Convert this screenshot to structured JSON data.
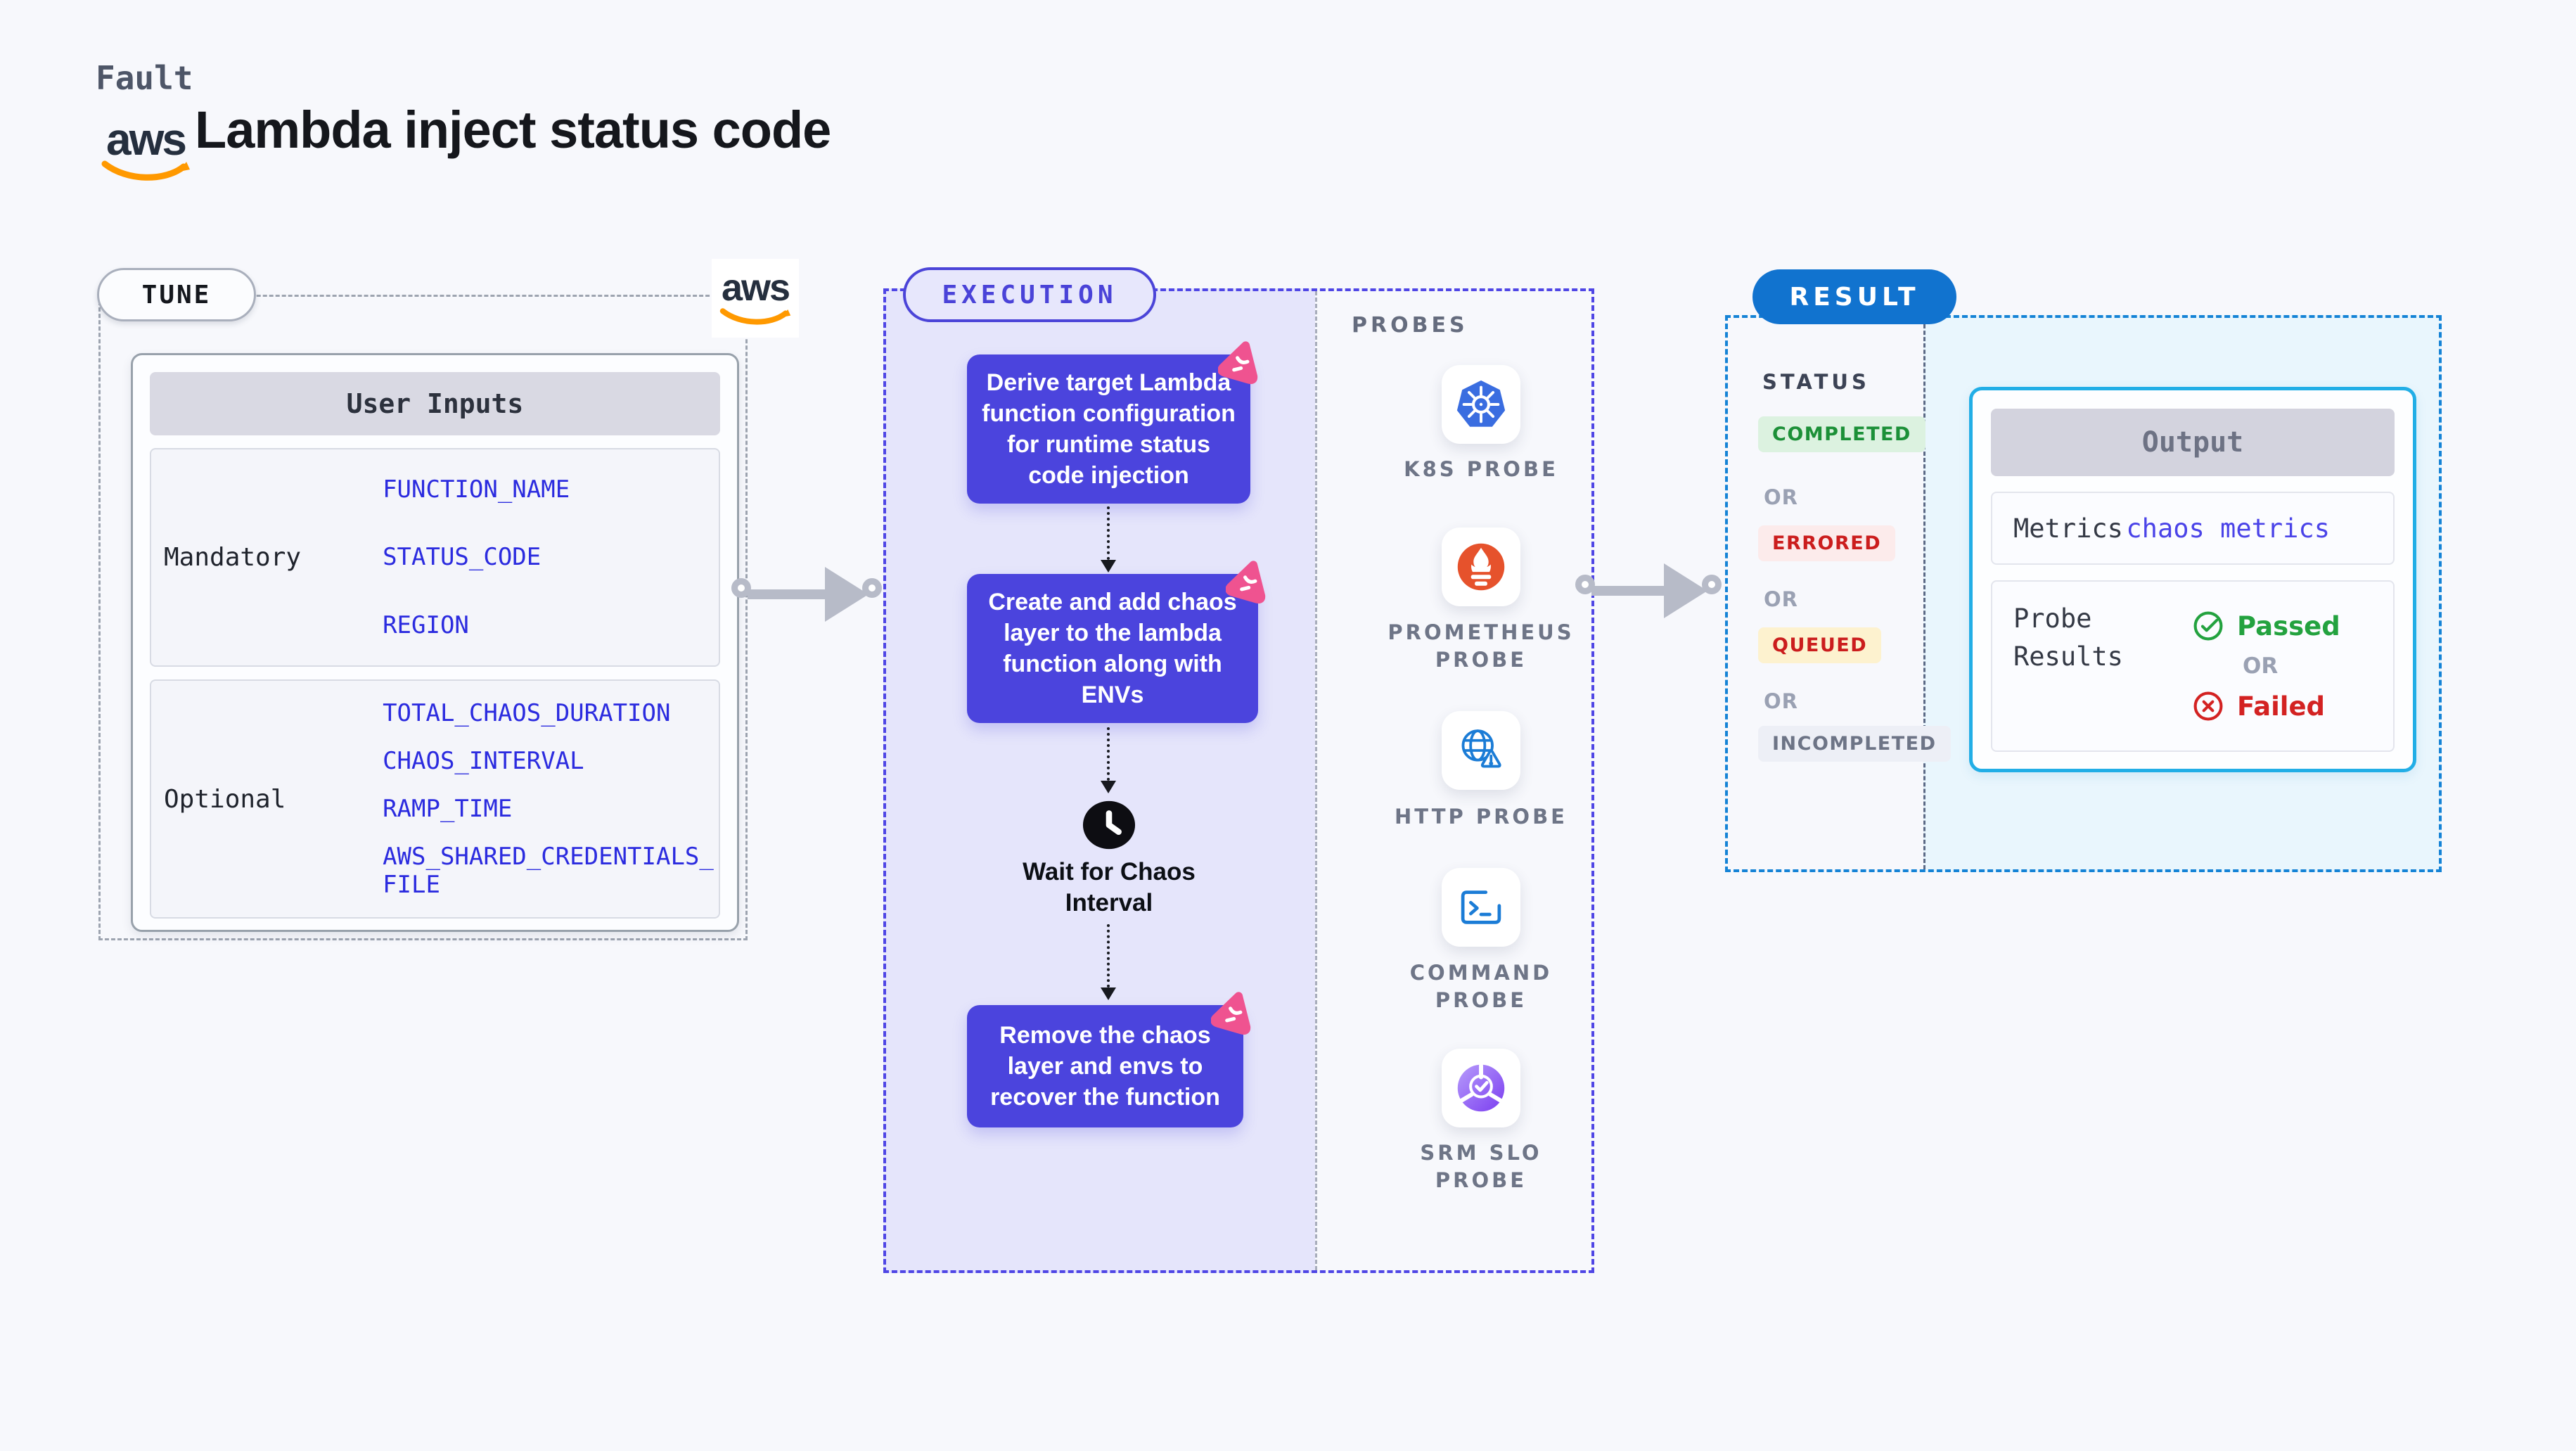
{
  "header": {
    "fault_label": "Fault",
    "title": "Lambda inject status code",
    "aws_text": "aws"
  },
  "tune": {
    "badge": "TUNE",
    "table": {
      "title": "User Inputs",
      "rows": [
        {
          "label": "Mandatory",
          "params": [
            "FUNCTION_NAME",
            "STATUS_CODE",
            "REGION"
          ]
        },
        {
          "label": "Optional",
          "params": [
            "TOTAL_CHAOS_DURATION",
            "CHAOS_INTERVAL",
            "RAMP_TIME",
            "AWS_SHARED_CREDENTIALS_FILE"
          ]
        }
      ]
    }
  },
  "execution": {
    "badge": "EXECUTION",
    "steps": [
      "Derive target Lambda function configuration for runtime status code injection",
      "Create and add chaos layer to the lambda function along with ENVs",
      "Remove the chaos layer and envs to recover the function"
    ],
    "wait_label": "Wait for Chaos Interval"
  },
  "probes": {
    "title": "PROBES",
    "items": [
      {
        "label": "K8S PROBE",
        "icon": "kubernetes-icon"
      },
      {
        "label": "PROMETHEUS PROBE",
        "icon": "prometheus-icon"
      },
      {
        "label": "HTTP PROBE",
        "icon": "globe-warning-icon"
      },
      {
        "label": "COMMAND PROBE",
        "icon": "terminal-icon"
      },
      {
        "label": "SRM SLO PROBE",
        "icon": "slo-gauge-check-icon"
      }
    ]
  },
  "result": {
    "badge": "RESULT",
    "status_title": "STATUS",
    "or_label": "OR",
    "statuses": [
      {
        "label": "COMPLETED",
        "kind": "completed"
      },
      {
        "label": "ERRORED",
        "kind": "errored"
      },
      {
        "label": "QUEUED",
        "kind": "queued"
      },
      {
        "label": "INCOMPLETED",
        "kind": "incompleted"
      }
    ],
    "output": {
      "title": "Output",
      "metrics_label": "Metrics",
      "metrics_value": "chaos metrics",
      "probe_results_label": "Probe Results",
      "passed_label": "Passed",
      "or_label": "OR",
      "failed_label": "Failed"
    }
  },
  "colors": {
    "page_bg": "#f7f8fc",
    "accent_indigo": "#4b44dd",
    "execution_fill": "#e5e5fb",
    "result_blue": "#1173cf",
    "result_dash": "#1583d6",
    "result_fill": "#e9f6fd",
    "output_border": "#22aee6",
    "litmus_pink": "#ef5390",
    "aws_orange": "#ff9900",
    "kubernetes_blue": "#3a6de0",
    "prometheus_orange": "#e6522c",
    "probe_blue": "#1b7cd6",
    "srm_purple": "#7b3df0",
    "param_blue": "#2b2bdf",
    "success_green": "#1c9038",
    "error_red": "#cb1d1d",
    "queued_bg": "#fdf2cf",
    "muted_gray": "#9aa1b3",
    "arrow_gray": "#b7bbc8"
  }
}
